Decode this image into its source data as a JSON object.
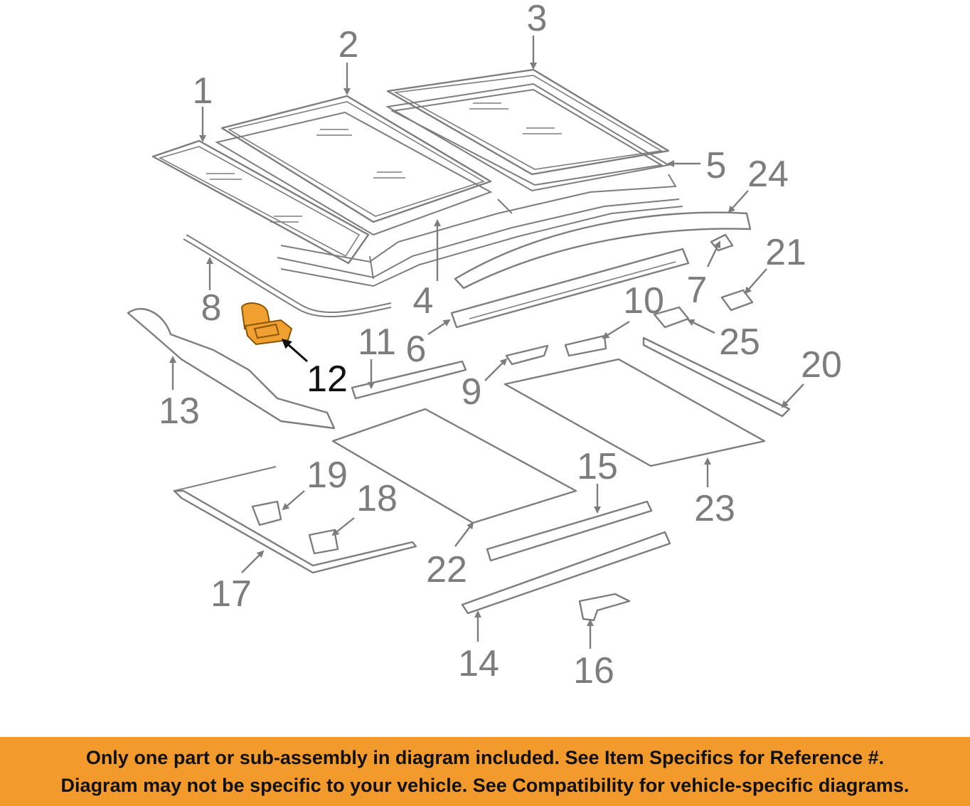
{
  "diagram": {
    "callouts": {
      "c1": "1",
      "c2": "2",
      "c3": "3",
      "c4": "4",
      "c5": "5",
      "c6": "6",
      "c7": "7",
      "c8": "8",
      "c9": "9",
      "c10": "10",
      "c11": "11",
      "c12": "12",
      "c13": "13",
      "c14": "14",
      "c15": "15",
      "c16": "16",
      "c17": "17",
      "c18": "18",
      "c19": "19",
      "c20": "20",
      "c21": "21",
      "c22": "22",
      "c23": "23",
      "c24": "24",
      "c25": "25"
    },
    "highlighted_callout": "12",
    "colors": {
      "line_art": "#7d7d7d",
      "highlight_part": "#f0a030",
      "highlight_text": "#111111",
      "banner_background": "#f39a2c"
    }
  },
  "banner": {
    "line1": "Only one part or sub-assembly in diagram included. See Item Specifics for Reference #.",
    "line2": "Diagram may not be specific to your vehicle. See Compatibility for vehicle-specific diagrams."
  }
}
